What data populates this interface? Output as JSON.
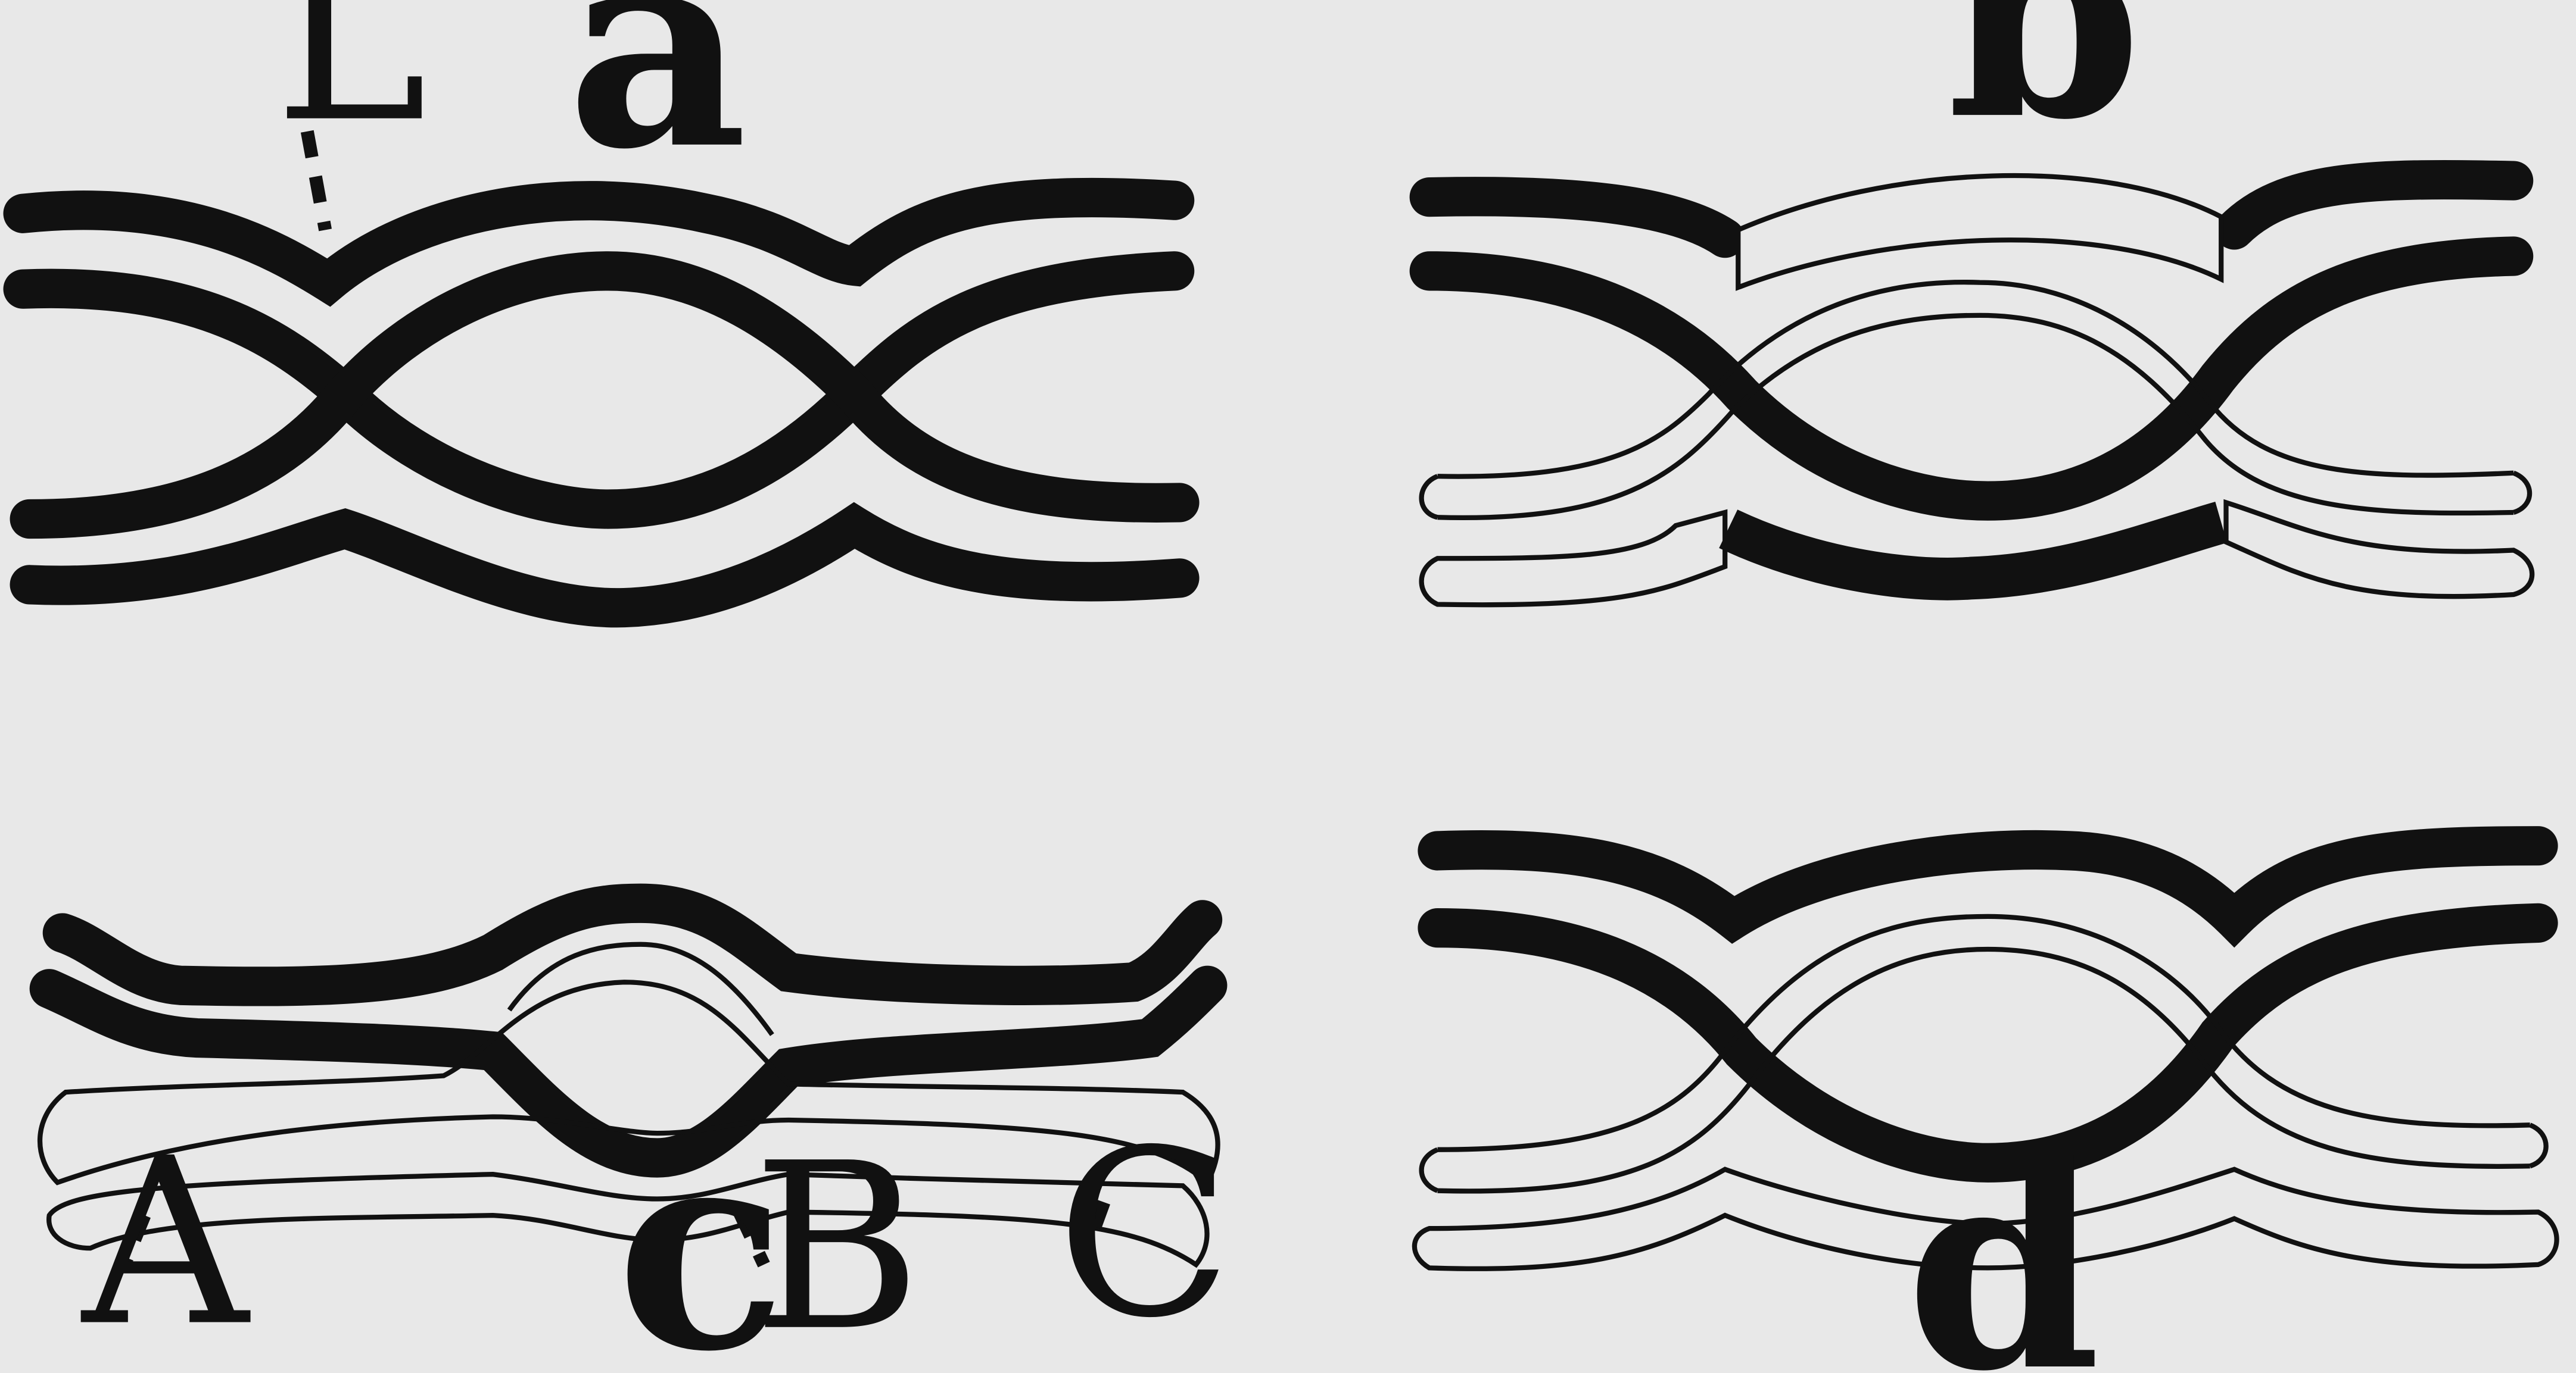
{
  "colors": {
    "background": "#e8e8e8",
    "ink": "#111111",
    "paper": "#e8e8e8"
  },
  "labels": {
    "panel_a": "a",
    "panel_b": "b",
    "panel_c": "c",
    "panel_d": "d",
    "point_L": "L",
    "point_A": "A",
    "point_B": "B",
    "point_C": "C"
  }
}
